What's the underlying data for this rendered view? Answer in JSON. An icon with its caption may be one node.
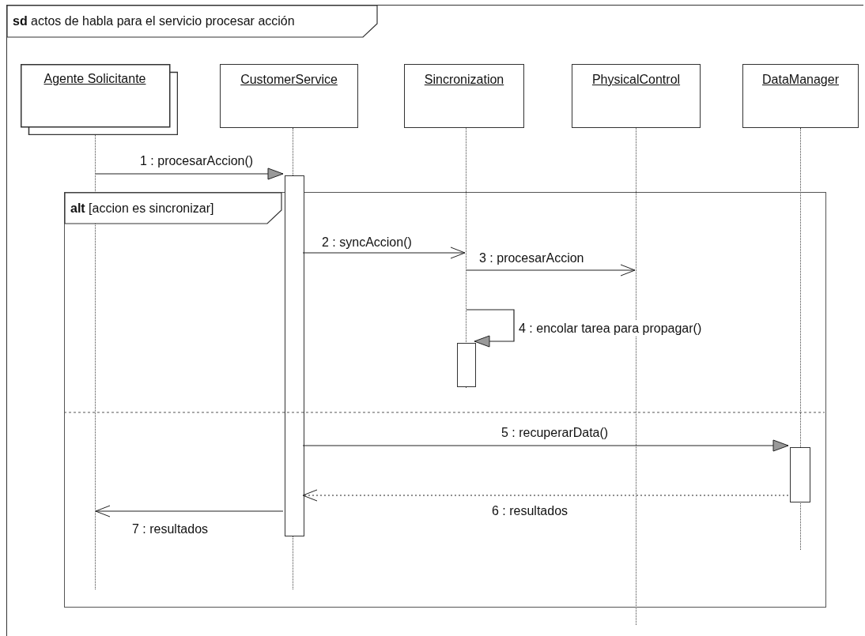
{
  "diagram": {
    "nodes": [
      {
        "text": [
          "**sd** actos de habla para el servicio procesar acción"
        ]
      },
      {
        "text": [
          "Agente Solicitante"
        ],
        "in": 0
      },
      {
        "text": [
          "CustomerService"
        ],
        "in": 0
      },
      {
        "text": [
          "Sincronization"
        ],
        "in": 0
      },
      {
        "text": [
          "PhysicalControl"
        ],
        "in": 0
      },
      {
        "text": [
          "DataManager"
        ],
        "in": 0
      },
      {
        "text": [
          "**alt** [accion es sincronizar]"
        ],
        "in": 0
      },
      {
        "text": [],
        "shape": "line",
        "in": 0
      },
      {
        "text": [],
        "shape": "line",
        "in": 0
      },
      {
        "text": [],
        "shape": "line",
        "in": 0
      },
      {
        "text": [],
        "shape": "line",
        "in": 0
      },
      {
        "text": [],
        "shape": "line",
        "in": 0
      },
      {
        "text": [],
        "shape": "bar",
        "in": 6
      },
      {
        "text": [],
        "shape": "bar",
        "in": 6
      },
      {
        "text": [],
        "shape": "bar",
        "in": 6
      }
    ],
    "edges": [
      {
        "from": 7,
        "to": 12,
        "arrow": "to",
        "label": "1 : procesarAccion()"
      },
      {
        "from": 12,
        "to": 9,
        "arrow": "to",
        "label": "2 : syncAccion()"
      },
      {
        "from": 9,
        "to": 10,
        "arrow": "to",
        "label": "3 : procesarAccion"
      },
      {
        "from": 9,
        "to": 13,
        "arrow": "to",
        "label": "4 : encolar tarea para propagar()"
      },
      {
        "from": 12,
        "to": 14,
        "arrow": "to",
        "label": "5 : recuperarData()"
      },
      {
        "from": 14,
        "to": 12,
        "arrow": "to",
        "label": "6 : resultados",
        "style": "dashed"
      },
      {
        "from": 12,
        "to": 7,
        "arrow": "to",
        "label": "7 : resultados"
      }
    ]
  }
}
